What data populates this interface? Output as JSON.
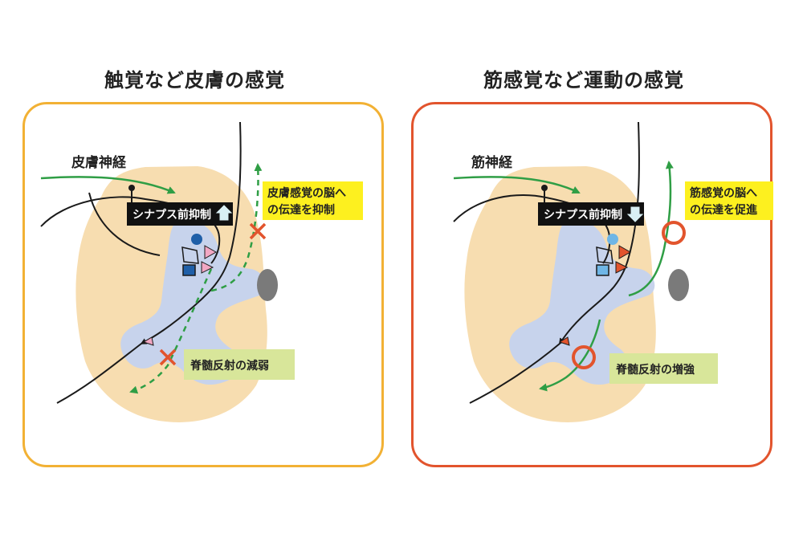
{
  "colors": {
    "left_frame": "#f2b134",
    "right_frame": "#e2542d",
    "spinal_cord": "#f7ddb0",
    "grey_matter": "#c7d3ec",
    "fiber_green": "#2f9e45",
    "fiber_black": "#1a1a1a",
    "label_yellow": "#fdf01f",
    "label_green": "#d8e69a",
    "marker_red": "#e2542d",
    "root_grey": "#7a7a7a"
  },
  "left": {
    "title": "触覚など皮膚の感覚",
    "nerve_label": "皮膚神経",
    "inhibition_label": "シナプス前抑制",
    "inhibition_direction": "up",
    "brain_label_line1": "皮膚感覚の脳へ",
    "brain_label_line2": "の伝達を抑制",
    "reflex_label": "脊髄反射の減弱",
    "markers": "x-mark",
    "terminal_color": "#f2a7c3",
    "presynaptic_color": "#1f5fa8"
  },
  "right": {
    "title": "筋感覚など運動の感覚",
    "nerve_label": "筋神経",
    "inhibition_label": "シナプス前抑制",
    "inhibition_direction": "down",
    "brain_label_line1": "筋感覚の脳へ",
    "brain_label_line2": "の伝達を促進",
    "reflex_label": "脊髄反射の増強",
    "markers": "circle-mark",
    "terminal_color": "#e2542d",
    "presynaptic_color": "#6fb6e6"
  }
}
